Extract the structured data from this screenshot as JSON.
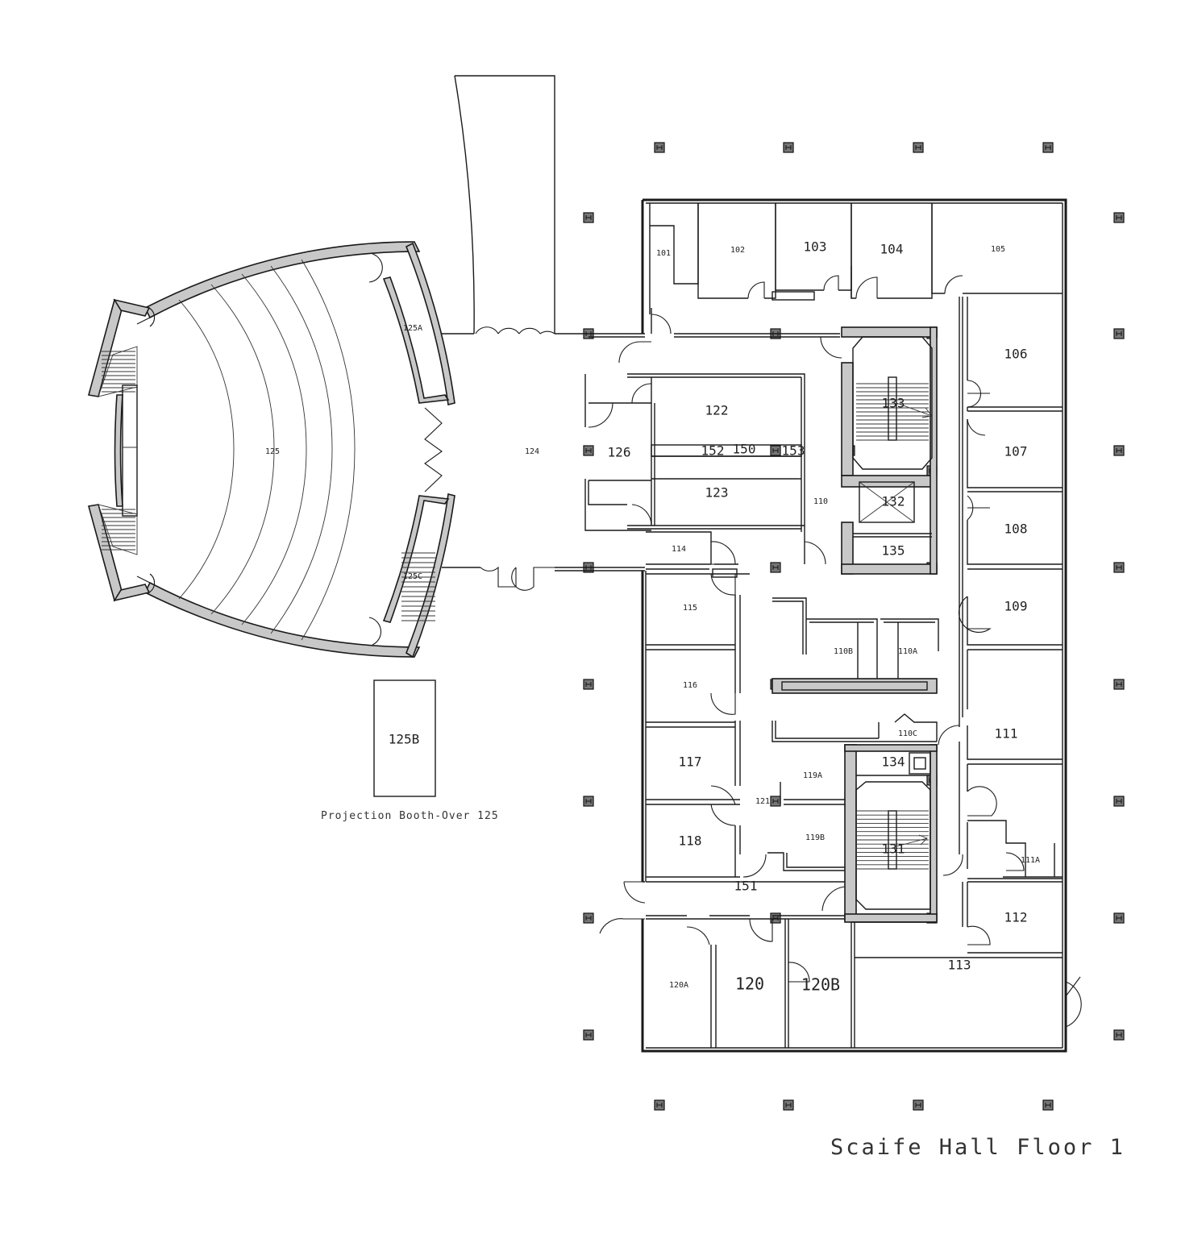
{
  "title": "Scaife Hall Floor 1",
  "note": "Projection Booth-Over 125",
  "rooms": {
    "r101": "101",
    "r102": "102",
    "r103": "103",
    "r104": "104",
    "r105": "105",
    "r106": "106",
    "r107": "107",
    "r108": "108",
    "r109": "109",
    "r110": "110",
    "r110A": "110A",
    "r110B": "110B",
    "r110C": "110C",
    "r111": "111",
    "r111A": "111A",
    "r112": "112",
    "r113": "113",
    "r114": "114",
    "r115": "115",
    "r116": "116",
    "r117": "117",
    "r118": "118",
    "r119A": "119A",
    "r119B": "119B",
    "r120": "120",
    "r120A": "120A",
    "r120B": "120B",
    "r121": "121",
    "r122": "122",
    "r123": "123",
    "r124": "124",
    "r125": "125",
    "r125A": "125A",
    "r125B": "125B",
    "r125C": "125C",
    "r126": "126",
    "r131": "131",
    "r132": "132",
    "r133": "133",
    "r134": "134",
    "r135": "135",
    "r150": "150",
    "r151": "151",
    "r152": "152",
    "r153": "153"
  }
}
